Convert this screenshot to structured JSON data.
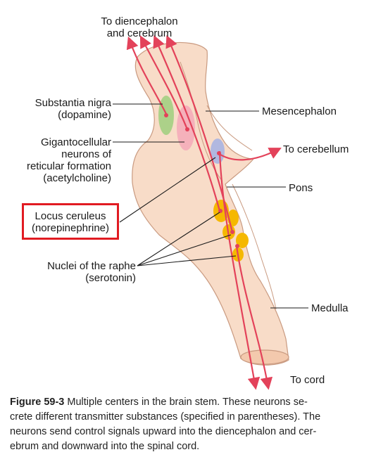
{
  "labels": {
    "top": [
      "To diencephalon",
      "and cerebrum"
    ],
    "substantia": [
      "Substantia nigra",
      "(dopamine)"
    ],
    "giganto": [
      "Gigantocellular",
      "neurons of",
      "reticular formation",
      "(acetylcholine)"
    ],
    "locus": [
      "Locus ceruleus",
      "(norepinephrine)"
    ],
    "raphe": [
      "Nuclei of the raphe",
      "(serotonin)"
    ],
    "mesencephalon": "Mesencephalon",
    "cerebellum": "To cerebellum",
    "pons": "Pons",
    "medulla": "Medulla",
    "cord": "To cord"
  },
  "caption": {
    "label": "Figure 59-3",
    "lines": [
      " Multiple centers in the brain stem. These neurons se-",
      "crete different transmitter substances (specified in parentheses). The",
      "neurons send control signals upward into the diencephalon and cer-",
      "ebrum and downward into the spinal cord."
    ]
  },
  "colors": {
    "tissue": "#f8dcc8",
    "tissue_outline": "#c99a80",
    "pathway": "#e3425a",
    "substantia_nigra": "#9fcf7e",
    "gigantocellular": "#f5a9b8",
    "locus_ceruleus": "#a9b4e2",
    "raphe": "#f5b800",
    "highlight": "#e11b22"
  }
}
